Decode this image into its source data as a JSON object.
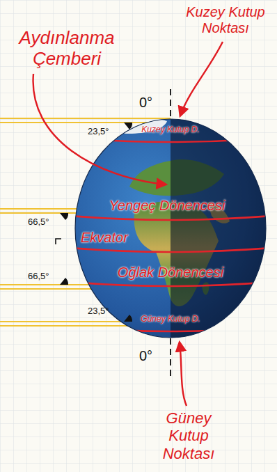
{
  "diagram": {
    "labels": [
      "Aydınlanma Çemberi",
      "Kuzey Kutup Noktası",
      "0°",
      "23,5°",
      "Kuzey Kutup D.",
      "Yengeç Dönencesi",
      "66,5°",
      "Ekvator",
      "66,5°",
      "Oğlak Dönencesi",
      "23,5°",
      "Güney Kutup D.",
      "0°",
      "Güney Kutup Noktası"
    ]
  }
}
